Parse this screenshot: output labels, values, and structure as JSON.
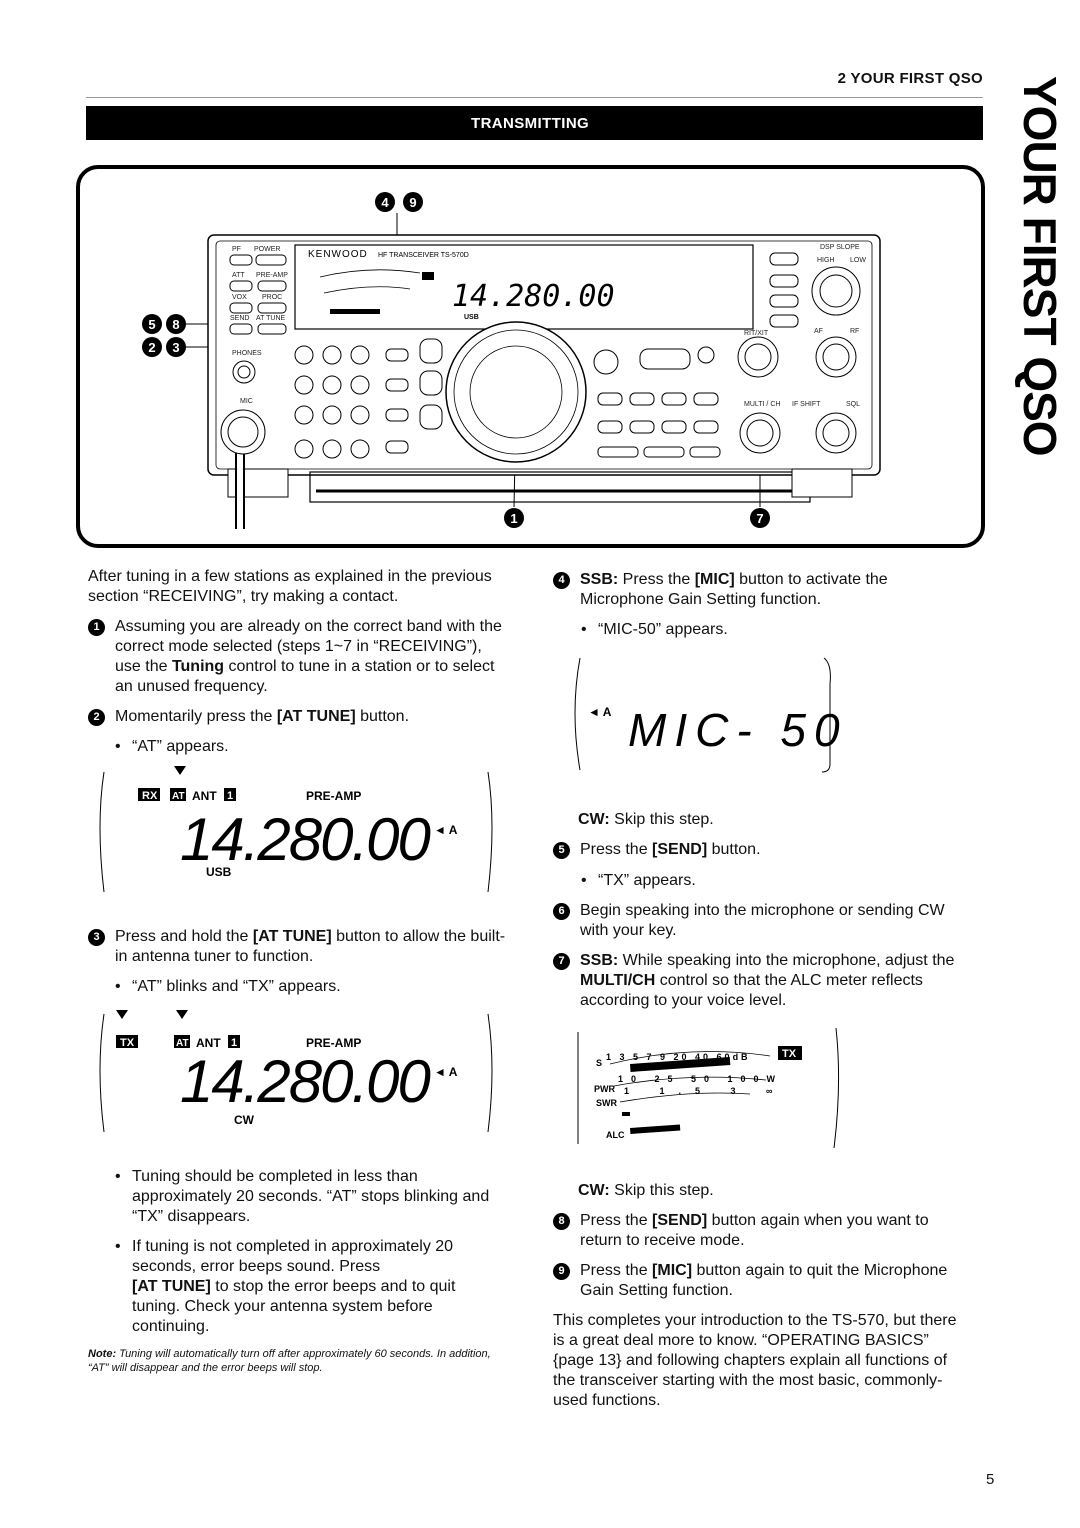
{
  "header": {
    "chapter": "2 YOUR FIRST QSO",
    "section": "TRANSMITTING",
    "side_tab": "YOUR FIRST QSO"
  },
  "figure": {
    "callouts": {
      "top": "4 9",
      "left_upper": "5 8",
      "left_lower": "2 3",
      "bottom_left": "1",
      "bottom_right": "7"
    },
    "brand": "KENWOOD",
    "model_line": "HF TRANSCEIVER TS-570D",
    "frequency": "14.280.00",
    "mode": "USB"
  },
  "left": {
    "intro": "After tuning in a few stations as explained in the previous section “RECEIVING”, try making a contact.",
    "s1_num": "1",
    "s1_a": "Assuming you are already on the correct band with the correct mode selected (steps 1~7 in “RECEIVING”), use the ",
    "s1_b": "Tuning",
    "s1_c": " control to tune in a station or to select an unused frequency.",
    "s2_num": "2",
    "s2_a": "Momentarily press the ",
    "s2_b": "[AT TUNE]",
    "s2_c": " button.",
    "s2_bullet": "“AT” appears.",
    "lcd1": {
      "rx": "RX",
      "at": "AT",
      "ant": "ANT",
      "ant_num": "1",
      "preamp": "PRE-AMP",
      "freq": "14.280.00",
      "vfo": "◄ A",
      "mode": "USB"
    },
    "s3_num": "3",
    "s3_a": "Press and hold the ",
    "s3_b": "[AT TUNE]",
    "s3_c": " button to allow the built-in antenna tuner to function.",
    "s3_bullet": "“AT” blinks and “TX” appears.",
    "lcd2": {
      "tx": "TX",
      "at": "AT",
      "ant": "ANT",
      "ant_num": "1",
      "preamp": "PRE-AMP",
      "freq": "14.280.00",
      "vfo": "◄ A",
      "mode": "CW"
    },
    "b3": "Tuning should be completed in less than approximately 20 seconds. “AT” stops blinking and “TX” disappears.",
    "b4_a": "If tuning is not completed in approximately 20 seconds, error beeps sound. Press",
    "b4_b": "[AT TUNE]",
    "b4_c": " to stop the error beeps and to quit tuning. Check your antenna system before continuing.",
    "note_label": "Note:",
    "note": " Tuning will automatically turn off after approximately 60 seconds. In addition, “AT” will disappear and the error beeps will stop."
  },
  "right": {
    "s4_num": "4",
    "s4_a": "SSB:",
    "s4_b": " Press the ",
    "s4_c": "[MIC]",
    "s4_d": " button to activate the Microphone Gain Setting function.",
    "s4_bullet": "“MIC-50” appears.",
    "lcd3": {
      "vfo": "◄ A",
      "text": "MIC- 50"
    },
    "cw_a": "CW:",
    "cw_b": " Skip this step.",
    "s5_num": "5",
    "s5_a": "Press the ",
    "s5_b": "[SEND]",
    "s5_c": " button.",
    "s5_bullet": "“TX” appears.",
    "s6_num": "6",
    "s6": "Begin speaking into the microphone or sending CW with your key.",
    "s7_num": "7",
    "s7_a": "SSB:",
    "s7_b": " While speaking into the microphone, adjust the ",
    "s7_c": "MULTI/CH",
    "s7_d": " control so that the ALC meter reflects according to your voice level.",
    "meter": {
      "s": "S",
      "s_scale": "1 3 5 7 9 20 40 60dB",
      "pwr": "PWR",
      "pwr_scale": "10 25 50 100W",
      "swr": "SWR",
      "swr_scale": "1 1.5 3 ∞",
      "alc": "ALC",
      "tx": "TX"
    },
    "cw2_a": "CW:",
    "cw2_b": " Skip this step.",
    "s8_num": "8",
    "s8_a": "Press the ",
    "s8_b": "[SEND]",
    "s8_c": " button again when you want to return to receive mode.",
    "s9_num": "9",
    "s9_a": "Press the ",
    "s9_b": "[MIC]",
    "s9_c": " button again to quit the Microphone Gain Setting function.",
    "closing": "This completes your introduction to the TS-570, but there is a great deal more to know. “OPERATING BASICS” {page 13} and following chapters explain all functions of the transceiver starting with the most basic, commonly-used functions."
  },
  "page_number": "5"
}
